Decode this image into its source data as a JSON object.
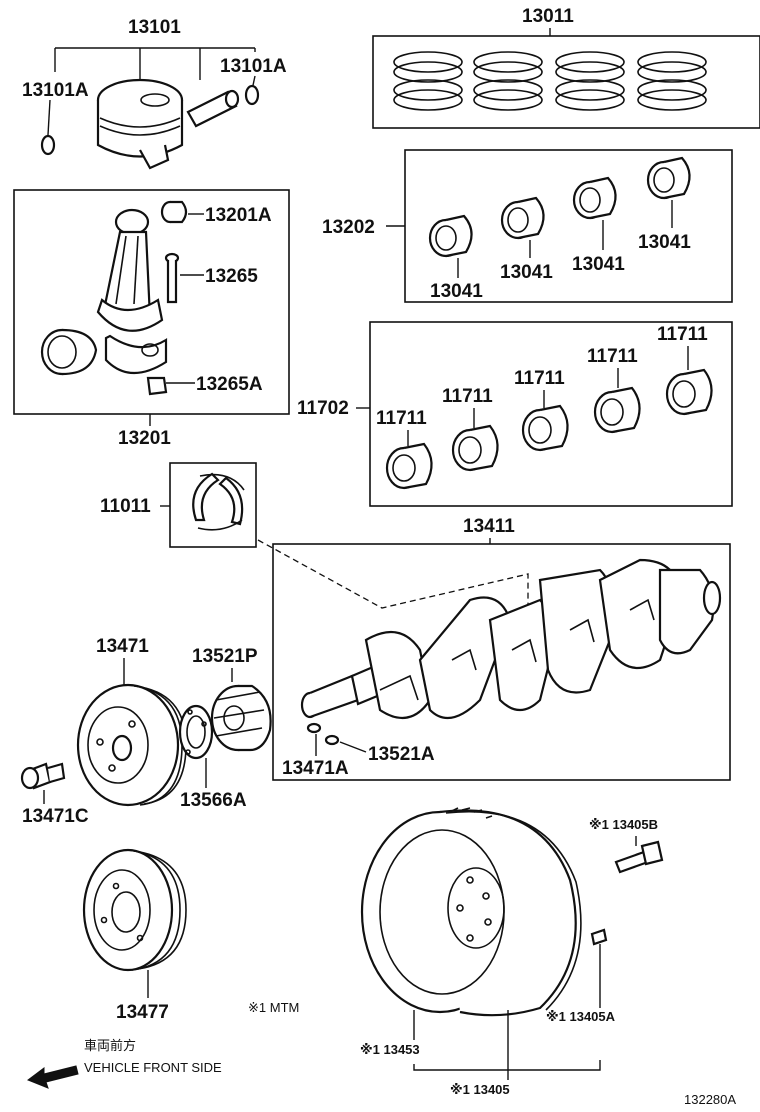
{
  "labels": {
    "p13101": "13101",
    "p13101a_left": "13101A",
    "p13101a_right": "13101A",
    "p13011": "13011",
    "p13201a": "13201A",
    "p13265": "13265",
    "p13265a": "13265A",
    "p13201": "13201",
    "p13202": "13202",
    "p13041_a": "13041",
    "p13041_b": "13041",
    "p13041_c": "13041",
    "p13041_d": "13041",
    "p11702": "11702",
    "p11711_a": "11711",
    "p11711_b": "11711",
    "p11711_c": "11711",
    "p11711_d": "11711",
    "p11711_e": "11711",
    "p11011": "11011",
    "p13411": "13411",
    "p13471": "13471",
    "p13521p": "13521P",
    "p13471a": "13471A",
    "p13521a": "13521A",
    "p13471c": "13471C",
    "p13566a": "13566A",
    "p13405b": "※1 13405B",
    "p13477": "13477",
    "mtm_note": "※1 MTM",
    "p13405a": "※1 13405A",
    "p13453": "※1 13453",
    "p13405": "※1 13405",
    "vehicle_front_jp": "車両前方",
    "vehicle_front_en": "VEHICLE FRONT SIDE",
    "diagram_id": "132280A"
  }
}
